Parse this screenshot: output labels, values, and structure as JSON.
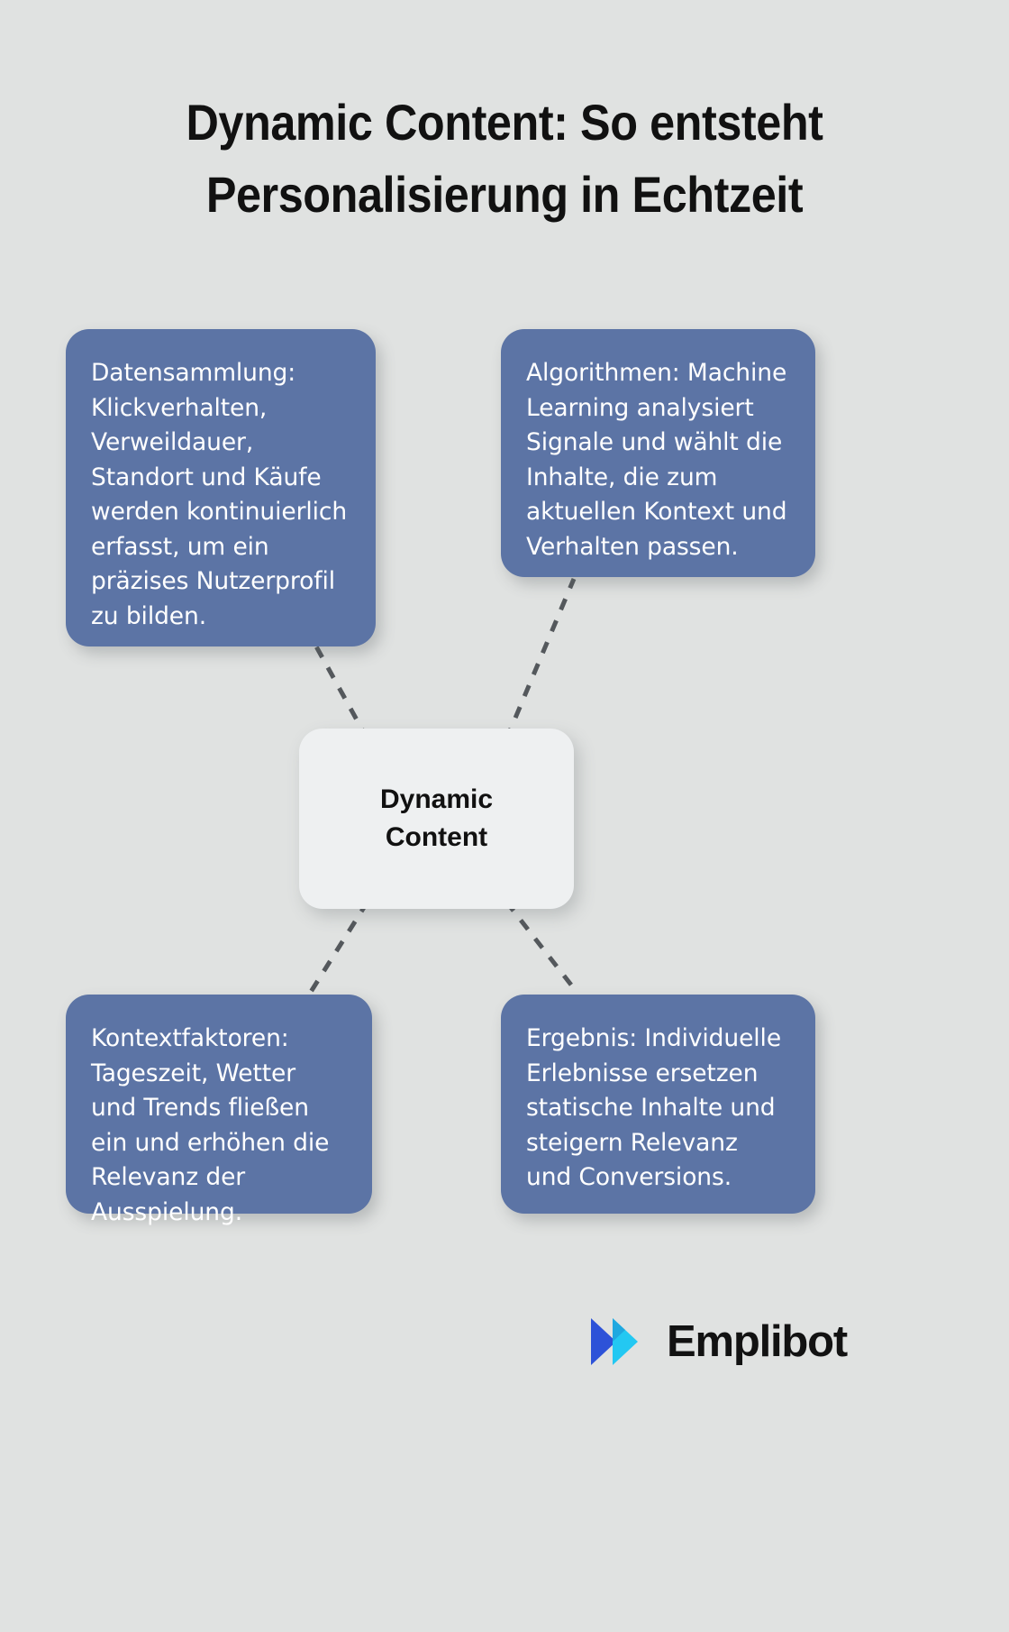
{
  "page": {
    "background_color": "#e0e2e1",
    "card_color": "#5c74a5",
    "center_card_color": "#eef0f1",
    "connector_color": "#54585c",
    "title_color": "#111111"
  },
  "title": {
    "line1": "Dynamic Content: So entsteht",
    "line2": "Personalisierung in Echtzeit",
    "full": "Dynamic Content: So entsteht Personalisierung in Echtzeit"
  },
  "center": {
    "line1": "Dynamic",
    "line2": "Content",
    "label": "Dynamic Content"
  },
  "cards": [
    {
      "id": "data-collection",
      "position": "top-left",
      "text": "Datensammlung: Klickverhalten, Verweildauer, Standort und Käufe werden kontinuierlich erfasst, um ein präzises Nutzerprofil zu bilden."
    },
    {
      "id": "algorithms",
      "position": "top-right",
      "text": "Algorithmen: Machine Learning analysiert Signale und wählt die Inhalte, die zum aktuellen Kontext und Verhalten passen."
    },
    {
      "id": "context-factors",
      "position": "bottom-left",
      "text": "Kontextfaktoren: Tageszeit, Wetter und Trends fließen ein und erhöhen die Relevanz der Ausspielung."
    },
    {
      "id": "result",
      "position": "bottom-right",
      "text": "Ergebnis: Individuelle Erlebnisse ersetzen statische Inhalte und steigern Relevanz und Conversions."
    }
  ],
  "logo": {
    "wordmark": "Emplibot",
    "mark_colors": {
      "dark_blue": "#2d52d8",
      "cyan": "#23c8f2"
    }
  }
}
